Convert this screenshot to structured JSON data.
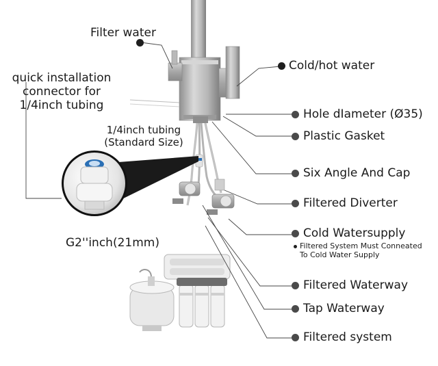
{
  "labels": {
    "filter_water": "Filter water",
    "cold_hot_water": "Cold/hot water",
    "quick_connector_1": "quick installation",
    "quick_connector_2": "connector for",
    "quick_connector_3": "1/4inch tubing",
    "tubing_1": "1/4inch tubing",
    "tubing_2": "(Standard Size)",
    "g2_inch": "G2''inch(21mm)",
    "hole_diameter": "Hole dIameter (Ø35)",
    "plastic_gasket": "Plastic Gasket",
    "six_angle": "Six Angle And Cap",
    "filtered_diverter": "Filtered Diverter",
    "cold_watersupply": "Cold Watersupply",
    "note_1": "Filtered System Must Conneated",
    "note_2": "To Cold Water Supply",
    "filtered_waterway": "Filtered Waterway",
    "tap_waterway": "Tap Waterway",
    "filtered_system": "Filtered system"
  },
  "colors": {
    "leader_line": "#444444",
    "dot_dark": "#1f1f1f",
    "steel": "#a8a8a8",
    "fitting_blue": "#2a6fb5"
  }
}
